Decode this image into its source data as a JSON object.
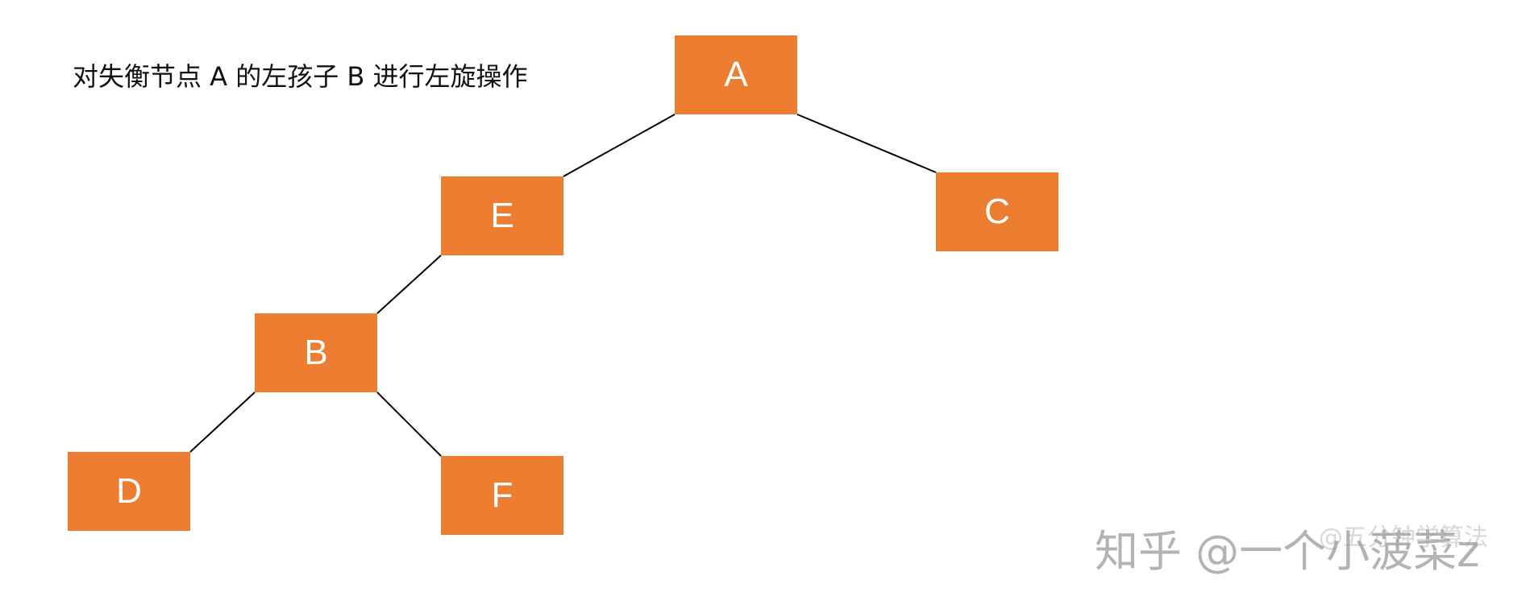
{
  "caption": "对失衡节点 A 的左孩子 B 进行左旋操作",
  "colors": {
    "node_fill": "#ED7D31",
    "node_text": "#FFFFFF",
    "edge": "#000000"
  },
  "nodes": [
    {
      "id": "A",
      "label": "A"
    },
    {
      "id": "E",
      "label": "E"
    },
    {
      "id": "C",
      "label": "C"
    },
    {
      "id": "B",
      "label": "B"
    },
    {
      "id": "D",
      "label": "D"
    },
    {
      "id": "F",
      "label": "F"
    }
  ],
  "edges": [
    {
      "from": "A",
      "to": "E"
    },
    {
      "from": "A",
      "to": "C"
    },
    {
      "from": "E",
      "to": "B"
    },
    {
      "from": "B",
      "to": "D"
    },
    {
      "from": "B",
      "to": "F"
    }
  ],
  "watermark": {
    "main": "知乎 @一个小菠菜z",
    "sub": "@五分钟学算法"
  }
}
